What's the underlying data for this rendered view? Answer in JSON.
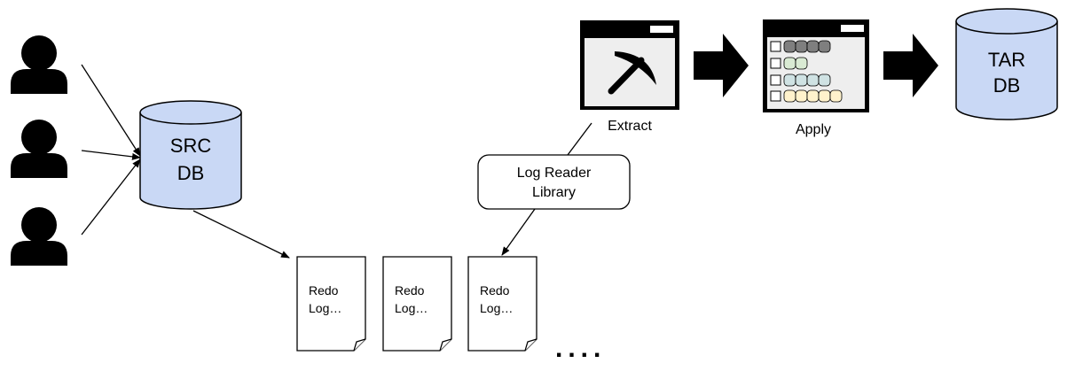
{
  "source_db": {
    "line1": "SRC",
    "line2": "DB"
  },
  "target_db": {
    "line1": "TAR",
    "line2": "DB"
  },
  "extract": {
    "label": "Extract"
  },
  "apply": {
    "label": "Apply"
  },
  "log_reader": {
    "line1": "Log Reader",
    "line2": "Library"
  },
  "redo_logs": [
    {
      "line1": "Redo",
      "line2": "Log…"
    },
    {
      "line1": "Redo",
      "line2": "Log…"
    },
    {
      "line1": "Redo",
      "line2": "Log…"
    }
  ],
  "ellipsis": "....",
  "colors": {
    "db_fill": "#c9d8f5",
    "window_fill": "#eeeeee",
    "row_gray": "#7f7f7f",
    "row_green": "#d9ead3",
    "row_teal": "#cfe2e3",
    "row_yellow": "#fff2cc"
  }
}
